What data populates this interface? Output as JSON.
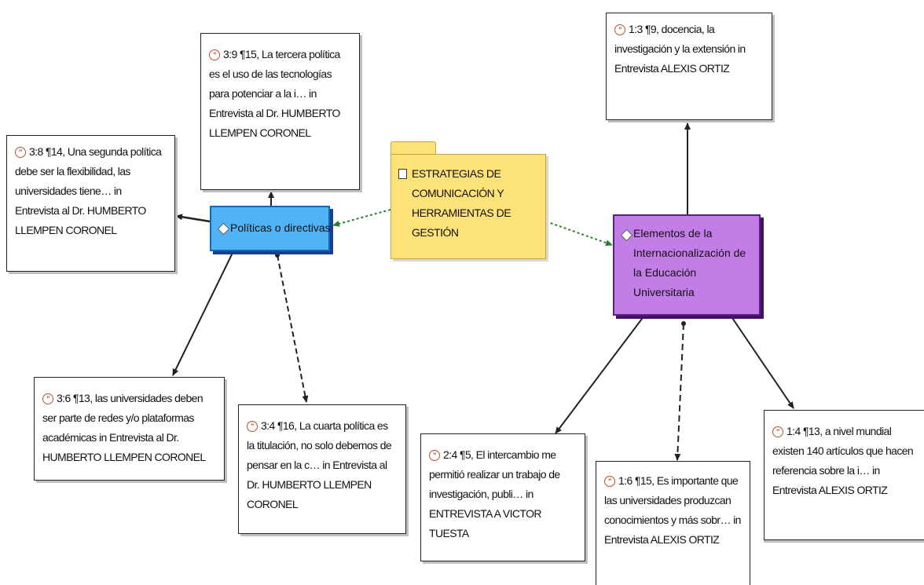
{
  "categories": {
    "estrategias": "ESTRATEGIAS DE COMUNICACIÓN Y HERRAMIENTAS DE GESTIÓN"
  },
  "codes": {
    "politicas": "Políticas o directivas",
    "elementos": "Elementos de la Internacionalización de la Educación Universitaria"
  },
  "quotes": {
    "q_tercera": "3:9 ¶15, La tercera política es el uso de las tecnologías para potenciar a la i… in Entrevista al Dr. HUMBERTO LLEMPEN CORONEL",
    "q_segunda": "3:8 ¶14, Una segunda política debe ser la flexibilidad, las universidades tiene… in Entrevista al Dr. HUMBERTO LLEMPEN CORONEL",
    "q_redes": "3:6 ¶13, las universidades deben ser parte de redes y/o plataformas académicas in Entrevista al Dr. HUMBERTO LLEMPEN CORONEL",
    "q_cuarta": "3:4 ¶16, La cuarta política es la titulación, no solo debemos de pensar en la c… in Entrevista al Dr. HUMBERTO LLEMPEN CORONEL",
    "q_docencia": "1:3 ¶9, docencia, la investigación y la extensión in Entrevista ALEXIS ORTIZ",
    "q_intercambio": "2:4 ¶5, El intercambio me permitió realizar un trabajo de investigación, publi… in ENTREVISTA A VICTOR TUESTA",
    "q_importante": "1:6 ¶15, Es importante que las universidades produzcan conocimientos y más sobr… in Entrevista ALEXIS ORTIZ",
    "q_nivel": "1:4 ¶13, a nivel mundial existen 140 artículos que hacen referencia sobre la i… in Entrevista ALEXIS ORTIZ"
  },
  "icons": {
    "quote": "quotation-icon",
    "code": "diamond-code-icon",
    "category": "document-icon"
  },
  "colors": {
    "code_blue": "#4fb3f5",
    "code_purple": "#c37de6",
    "category_yellow": "#fde27a",
    "quote_icon": "#b5502d",
    "dotted_link": "#2e7d32"
  }
}
